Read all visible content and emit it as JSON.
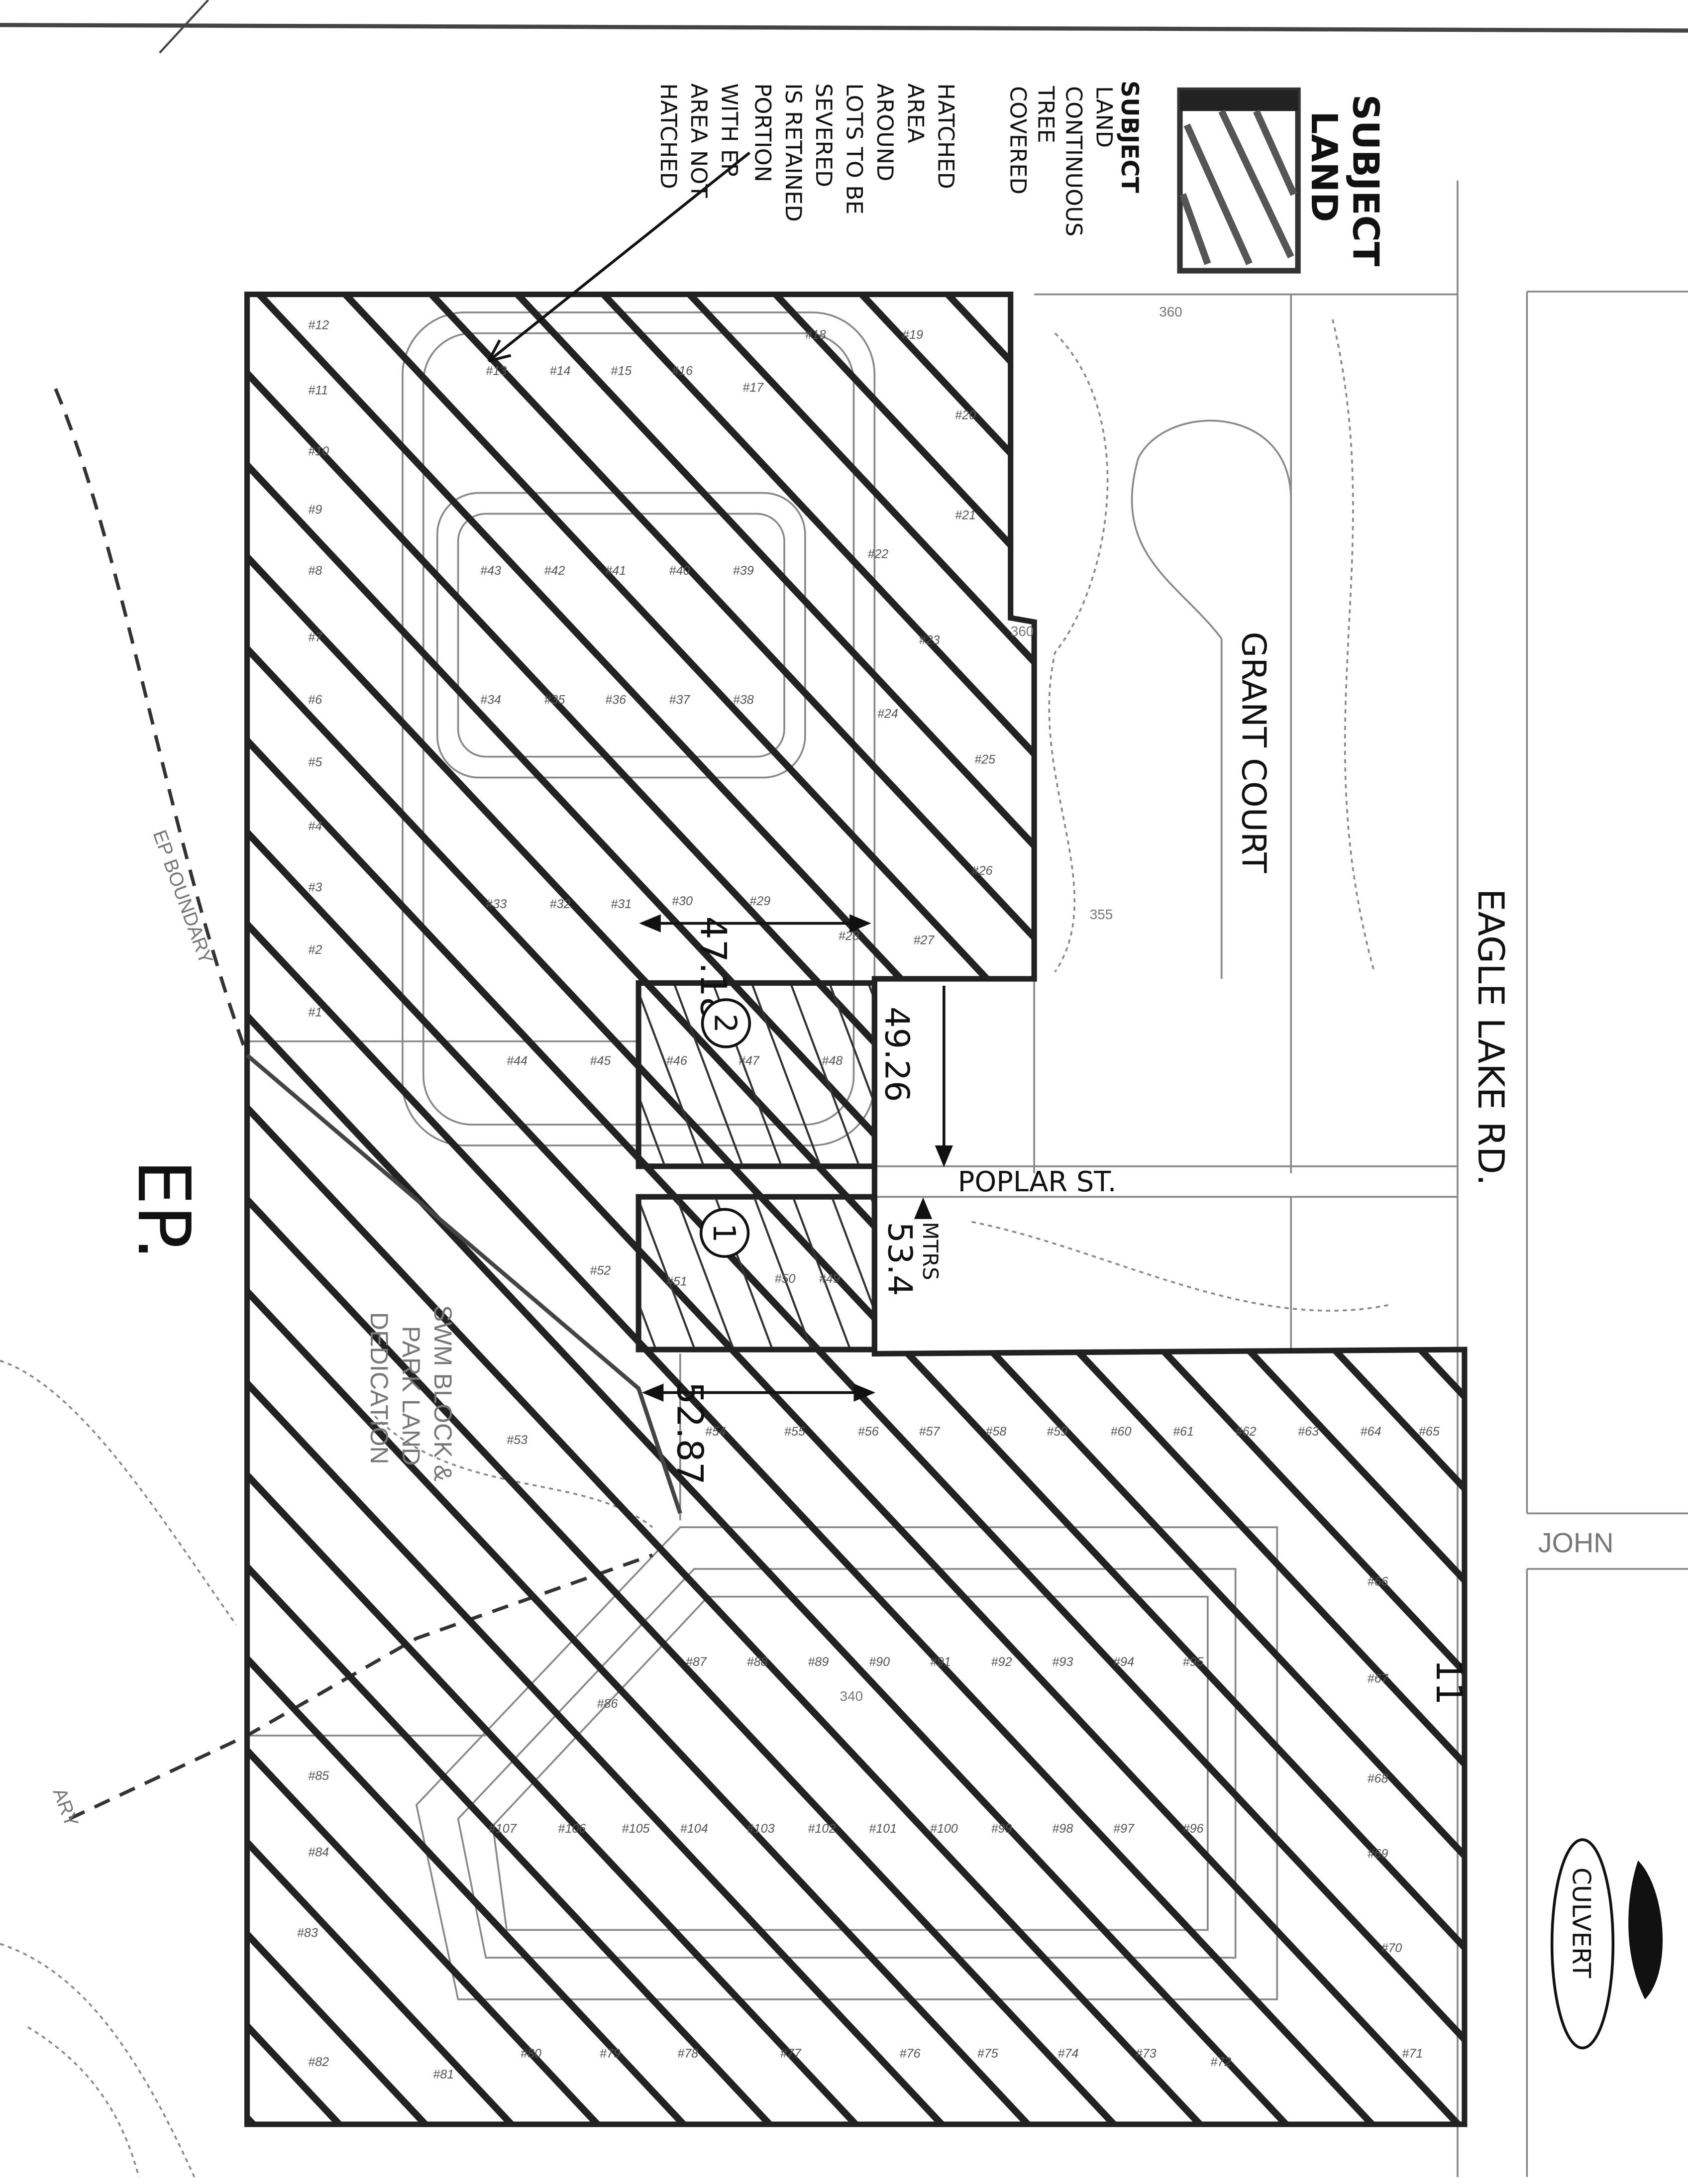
{
  "legend": {
    "label_lines": [
      "SUBJECT",
      "LAND"
    ]
  },
  "notes": {
    "subject_note": [
      "SUBJECT",
      "LAND",
      "CONTINUOUS",
      "TREE",
      "COVERED"
    ],
    "retained_note": [
      "HATCHED",
      "AREA",
      "AROUND",
      "LOTS TO BE",
      "SEVERED",
      "IS RETAINED",
      "PORTION",
      "WITH EP",
      "AREA NOT",
      "HATCHED"
    ]
  },
  "streets": {
    "grant_court": "GRANT COURT",
    "eagle_lake_rd": "EAGLE LAKE RD.",
    "poplar_st": "POPLAR ST.",
    "john": "JOHN"
  },
  "labels": {
    "swm": [
      "SWM BLOCK &",
      "PARK LAND",
      "DEDICATION"
    ],
    "ep": "EP.",
    "ep_boundary": "EP BOUNDARY",
    "ep_boundary_end": "ARY",
    "culvert": "CULVERT",
    "road_number": "11"
  },
  "dimensions": {
    "top": "47.18",
    "upper_right": "49.26",
    "lower_right": "53.4",
    "lower_right_unit": "MTRS",
    "bottom": "52.87"
  },
  "parcels": {
    "parcel_1": "1",
    "parcel_2": "2"
  },
  "contours": [
    "360",
    "360",
    "355",
    "340"
  ],
  "colors": {
    "ink": "#111111",
    "base_map": "#777777",
    "paper": "#ffffff"
  },
  "lots": [
    "#1",
    "#2",
    "#3",
    "#4",
    "#5",
    "#6",
    "#7",
    "#8",
    "#9",
    "#10",
    "#11",
    "#12",
    "#13",
    "#14",
    "#15",
    "#16",
    "#17",
    "#18",
    "#19",
    "#20",
    "#21",
    "#22",
    "#23",
    "#24",
    "#25",
    "#26",
    "#27",
    "#28",
    "#29",
    "#30",
    "#31",
    "#32",
    "#33",
    "#34",
    "#35",
    "#36",
    "#37",
    "#38",
    "#39",
    "#40",
    "#41",
    "#42",
    "#43",
    "#44",
    "#45",
    "#46",
    "#47",
    "#48",
    "#49",
    "#50",
    "#51",
    "#52",
    "#53",
    "#54",
    "#55",
    "#56",
    "#57",
    "#58",
    "#59",
    "#60",
    "#61",
    "#62",
    "#63",
    "#64",
    "#65",
    "#66",
    "#67",
    "#68",
    "#69",
    "#70",
    "#71",
    "#72",
    "#73",
    "#74",
    "#75",
    "#76",
    "#77",
    "#78",
    "#79",
    "#80",
    "#81",
    "#82",
    "#83",
    "#84",
    "#85",
    "#86",
    "#87",
    "#88",
    "#89",
    "#90",
    "#91",
    "#92",
    "#93",
    "#94",
    "#95",
    "#96",
    "#97",
    "#98",
    "#99",
    "#100",
    "#101",
    "#102",
    "#103",
    "#104",
    "#105",
    "#106",
    "#107"
  ]
}
